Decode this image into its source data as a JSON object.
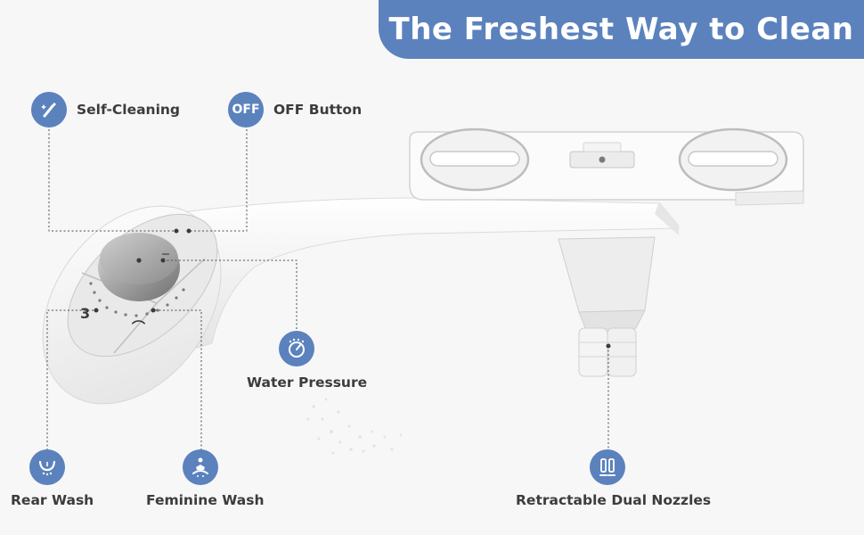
{
  "banner": {
    "title": "The Freshest Way to Clean"
  },
  "colors": {
    "accent": "#5b82bd",
    "label_text": "#3c3c3c",
    "background": "#f7f7f7",
    "knob": "#a9a9a9"
  },
  "features": {
    "self_cleaning": {
      "label": "Self-Cleaning",
      "icon": "wand-sparkle-icon"
    },
    "off_button": {
      "label": "OFF Button",
      "icon_text": "OFF"
    },
    "water_pressure": {
      "label": "Water Pressure",
      "icon": "gauge-icon"
    },
    "rear_wash": {
      "label": "Rear Wash",
      "icon": "rear-spray-icon"
    },
    "feminine_wash": {
      "label": "Feminine Wash",
      "icon": "feminine-spray-icon"
    },
    "nozzles": {
      "label": "Retractable Dual Nozzles",
      "icon": "dual-nozzle-icon"
    }
  }
}
